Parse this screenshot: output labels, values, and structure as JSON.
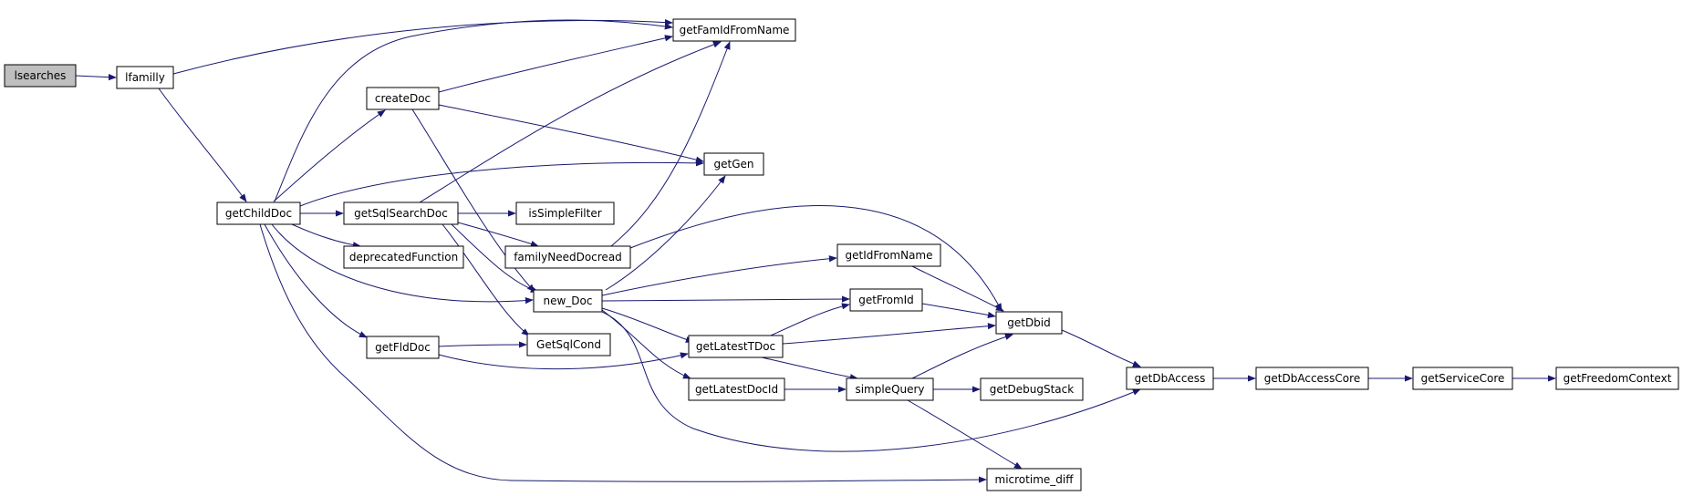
{
  "graph": {
    "colors": {
      "edge": "#191970",
      "node_border": "#000000",
      "root_fill": "#bfbfbf",
      "node_fill": "#ffffff"
    },
    "nodes": [
      {
        "id": "lsearches",
        "label": "lsearches",
        "root": true
      },
      {
        "id": "lfamilly",
        "label": "lfamilly"
      },
      {
        "id": "getFamIdFromName",
        "label": "getFamIdFromName"
      },
      {
        "id": "createDoc",
        "label": "createDoc"
      },
      {
        "id": "getGen",
        "label": "getGen"
      },
      {
        "id": "getChildDoc",
        "label": "getChildDoc"
      },
      {
        "id": "getSqlSearchDoc",
        "label": "getSqlSearchDoc"
      },
      {
        "id": "isSimpleFilter",
        "label": "isSimpleFilter"
      },
      {
        "id": "deprecatedFunction",
        "label": "deprecatedFunction"
      },
      {
        "id": "familyNeedDocread",
        "label": "familyNeedDocread"
      },
      {
        "id": "getIdFromName",
        "label": "getIdFromName"
      },
      {
        "id": "new_Doc",
        "label": "new_Doc"
      },
      {
        "id": "getFromId",
        "label": "getFromId"
      },
      {
        "id": "getDbid",
        "label": "getDbid"
      },
      {
        "id": "getFldDoc",
        "label": "getFldDoc"
      },
      {
        "id": "GetSqlCond",
        "label": "GetSqlCond"
      },
      {
        "id": "getLatestTDoc",
        "label": "getLatestTDoc"
      },
      {
        "id": "getDbAccess",
        "label": "getDbAccess"
      },
      {
        "id": "getDbAccessCore",
        "label": "getDbAccessCore"
      },
      {
        "id": "getServiceCore",
        "label": "getServiceCore"
      },
      {
        "id": "getFreedomContext",
        "label": "getFreedomContext"
      },
      {
        "id": "getLatestDocId",
        "label": "getLatestDocId"
      },
      {
        "id": "simpleQuery",
        "label": "simpleQuery"
      },
      {
        "id": "getDebugStack",
        "label": "getDebugStack"
      },
      {
        "id": "microtime_diff",
        "label": "microtime_diff"
      }
    ],
    "edges": [
      [
        "lsearches",
        "lfamilly"
      ],
      [
        "lfamilly",
        "getFamIdFromName"
      ],
      [
        "lfamilly",
        "getChildDoc"
      ],
      [
        "getChildDoc",
        "getFamIdFromName"
      ],
      [
        "getChildDoc",
        "createDoc"
      ],
      [
        "getChildDoc",
        "getGen"
      ],
      [
        "getChildDoc",
        "getSqlSearchDoc"
      ],
      [
        "getChildDoc",
        "deprecatedFunction"
      ],
      [
        "getChildDoc",
        "new_Doc"
      ],
      [
        "getChildDoc",
        "getFldDoc"
      ],
      [
        "getChildDoc",
        "microtime_diff"
      ],
      [
        "createDoc",
        "getFamIdFromName"
      ],
      [
        "createDoc",
        "getGen"
      ],
      [
        "createDoc",
        "new_Doc"
      ],
      [
        "getSqlSearchDoc",
        "getFamIdFromName"
      ],
      [
        "getSqlSearchDoc",
        "isSimpleFilter"
      ],
      [
        "getSqlSearchDoc",
        "familyNeedDocread"
      ],
      [
        "getSqlSearchDoc",
        "new_Doc"
      ],
      [
        "getSqlSearchDoc",
        "GetSqlCond"
      ],
      [
        "familyNeedDocread",
        "getFamIdFromName"
      ],
      [
        "familyNeedDocread",
        "getDbid"
      ],
      [
        "new_Doc",
        "getGen"
      ],
      [
        "new_Doc",
        "getIdFromName"
      ],
      [
        "new_Doc",
        "getFromId"
      ],
      [
        "new_Doc",
        "getLatestTDoc"
      ],
      [
        "new_Doc",
        "getLatestDocId"
      ],
      [
        "new_Doc",
        "getDbAccess"
      ],
      [
        "getFldDoc",
        "GetSqlCond"
      ],
      [
        "getFldDoc",
        "getLatestTDoc"
      ],
      [
        "getIdFromName",
        "getDbid"
      ],
      [
        "getFromId",
        "getDbid"
      ],
      [
        "getLatestTDoc",
        "getFromId"
      ],
      [
        "getLatestTDoc",
        "getDbid"
      ],
      [
        "getLatestTDoc",
        "simpleQuery"
      ],
      [
        "getLatestDocId",
        "simpleQuery"
      ],
      [
        "simpleQuery",
        "getDbid"
      ],
      [
        "simpleQuery",
        "getDebugStack"
      ],
      [
        "simpleQuery",
        "microtime_diff"
      ],
      [
        "getDbid",
        "getDbAccess"
      ],
      [
        "getDbAccess",
        "getDbAccessCore"
      ],
      [
        "getDbAccessCore",
        "getServiceCore"
      ],
      [
        "getServiceCore",
        "getFreedomContext"
      ]
    ]
  }
}
